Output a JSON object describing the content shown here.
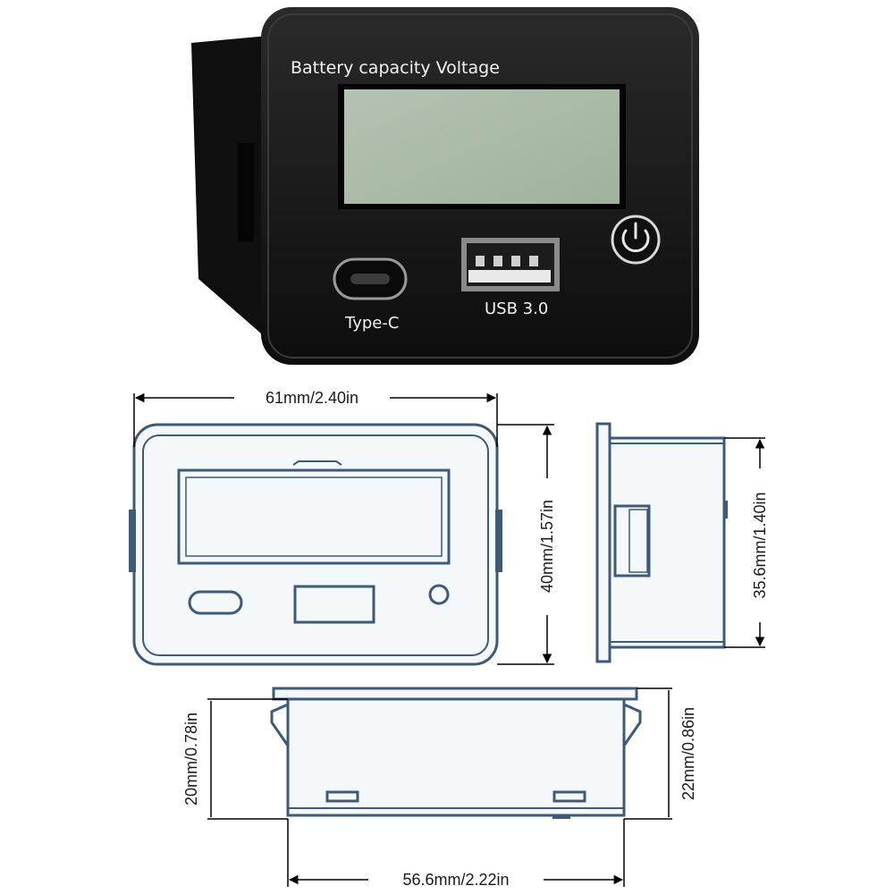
{
  "device": {
    "title": "Battery capacity Voltage",
    "port_typec_label": "Type-C",
    "port_usb_label": "USB 3.0",
    "power_button_icon": "power-icon"
  },
  "dimensions": {
    "front_width": "61mm/2.40in",
    "front_height": "40mm/1.57in",
    "side_height": "35.6mm/1.40in",
    "bottom_body_height": "20mm/0.78in",
    "bottom_total_height": "22mm/0.86in",
    "bottom_width": "56.6mm/2.22in"
  },
  "colors": {
    "drawing_stroke": "#3d5a78",
    "drawing_fill": "#f5f8fb",
    "body_black": "#161616",
    "lcd_green": "#a9b9a7",
    "dimension_line": "#000000"
  }
}
